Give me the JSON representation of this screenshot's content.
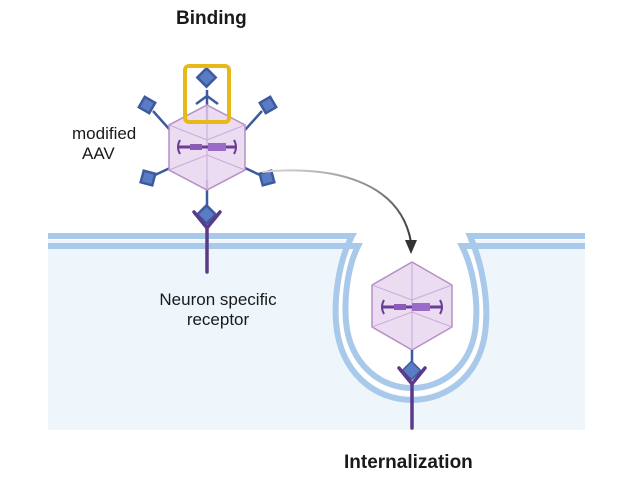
{
  "titles": {
    "binding": "Binding",
    "internalization": "Internalization"
  },
  "labels": {
    "modified_aav": [
      "modified",
      "AAV"
    ],
    "receptor": [
      "Neuron specific",
      "receptor"
    ]
  },
  "colors": {
    "membrane_fill": "#eef5fb",
    "membrane_stroke": "#a9c9ea",
    "capsid_fill": "#e8d6ee",
    "capsid_stroke": "#b58ec6",
    "ligand_stroke": "#3d5a9e",
    "ligand_head": "#5a7cc4",
    "receptor": "#5b3a8a",
    "highlight": "#e8b818",
    "arrow": "#333333"
  },
  "icons": [
    "capsid-icon",
    "ligand-icon",
    "receptor-icon",
    "genome-icon",
    "arrow-icon"
  ]
}
